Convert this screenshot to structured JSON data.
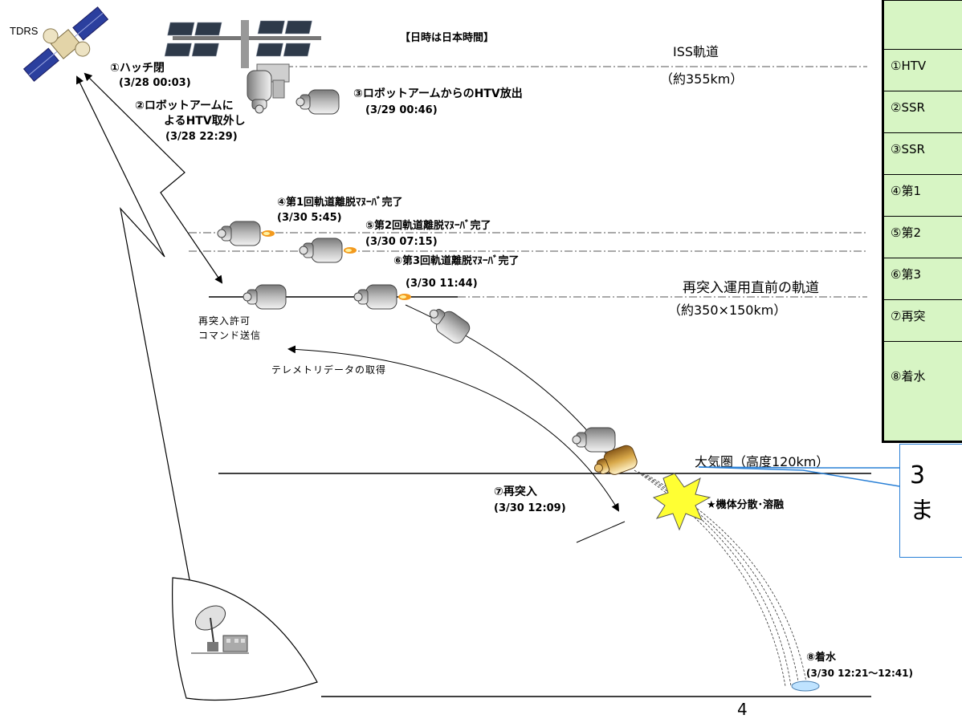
{
  "note": "【日時は日本時間】",
  "tdrs_label": "TDRS",
  "orbits": {
    "iss": "ISS軌道",
    "iss_alt": "（約355km）",
    "reentry": "再突入運用直前の軌道",
    "reentry_alt": "（約350×150km）",
    "atmosphere": "大気圏（高度120km）"
  },
  "events": {
    "e1": {
      "label": "①ハッチ閉",
      "time": "(3/28 00:03)"
    },
    "e2": {
      "label1": "②ロボットアームに",
      "label2": "よるHTV取外し",
      "time": "(3/28 22:29)"
    },
    "e3": {
      "label": "③ロボットアームからのHTV放出",
      "time": "(3/29 00:46)"
    },
    "e4": {
      "label": "④第1回軌道離脱ﾏﾇｰﾊﾞ完了",
      "time": "(3/30 5:45)"
    },
    "e5": {
      "label": "⑤第2回軌道離脱ﾏﾇｰﾊﾞ完了",
      "time": "(3/30 07:15)"
    },
    "e6": {
      "label": "⑥第3回軌道離脱ﾏﾇｰﾊﾞ完了",
      "time": "(3/30 11:44)"
    },
    "e7": {
      "label": "⑦再突入",
      "time": "(3/30 12:09)"
    },
    "e8": {
      "label": "⑧着水",
      "time": "(3/30 12:21〜12:41)"
    }
  },
  "ground": {
    "command1": "再突入許可",
    "command2": "コマンド送信",
    "telemetry": "テレメトリデータの取得"
  },
  "breakup": "★機体分散･溶融",
  "table_rows": [
    "①HTV",
    "②SSR",
    "③SSR",
    "④第1",
    "⑤第2",
    "⑥第3",
    "⑦再突",
    "⑧着水"
  ],
  "callout": {
    "line1": "3",
    "line2": "ま"
  },
  "page_number": "4",
  "colors": {
    "table_bg": "#d7f5c4",
    "callout_border": "#2a80d6",
    "flame": "#f39a1e",
    "burst": "#ffff33"
  }
}
